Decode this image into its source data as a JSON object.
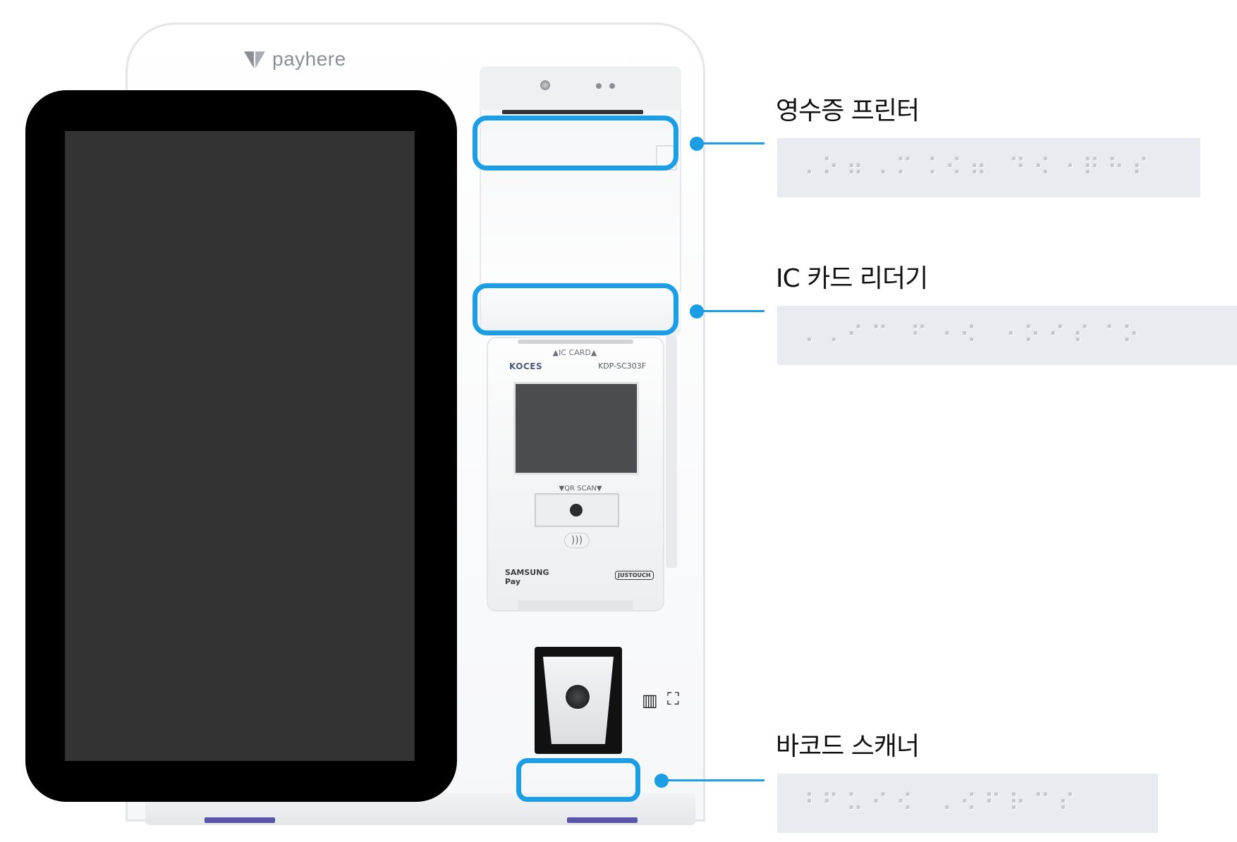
{
  "brand": {
    "logo_text": "payhere",
    "logo_icon": "payhere-mark-icon"
  },
  "device": {
    "card_reader": {
      "slot_label": "▲IC CARD▲",
      "brand": "KOCES",
      "model": "KDP-SC303F",
      "qr_label": "▼QR SCAN▼",
      "pay_brand_line1": "SAMSUNG",
      "pay_brand_line2": "Pay",
      "justouch_text": "JUSTOUCH",
      "nfc_icon": "contactless-icon"
    },
    "scanner_icons": [
      "barcode-icon",
      "qr-scan-icon"
    ]
  },
  "callouts": [
    {
      "label": "영수증 프린터",
      "braille": "⠠⠕⠶⠠⠍⠨⠪⠶ ⠙⠪⠐⠟⠓⠎"
    },
    {
      "label": "IC 카드 리더기",
      "braille": "⠠⠠⠊⠉ ⠋⠐⠪ ⠐⠕⠊⠎⠈⠕"
    },
    {
      "label": "바코드 스캐너",
      "braille": "⠘⠋⠥⠊⠪ ⠠⠪⠋⠗⠉⠎"
    }
  ],
  "colors": {
    "accent": "#1b9ee6",
    "braille_bg": "#e8ebf0",
    "tablet_screen": "#333333",
    "base_foot": "#5a55a6"
  }
}
